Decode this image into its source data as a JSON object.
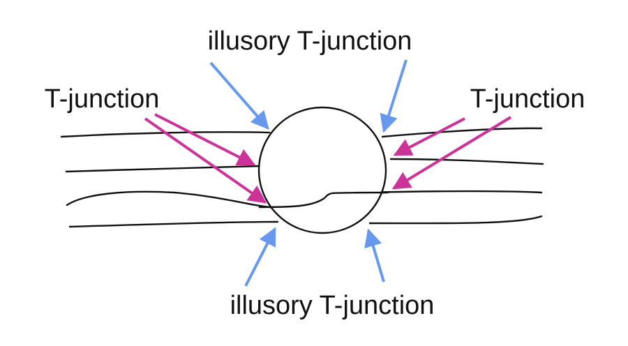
{
  "labels": {
    "illusory_top": "illusory T-junction",
    "illusory_bottom": "illusory T-junction",
    "tjunction_left": "T-junction",
    "tjunction_right": "T-junction"
  },
  "colors": {
    "illusory_arrow": "#6699ee",
    "tjunction_arrow": "#cc3399",
    "line": "#111111"
  }
}
